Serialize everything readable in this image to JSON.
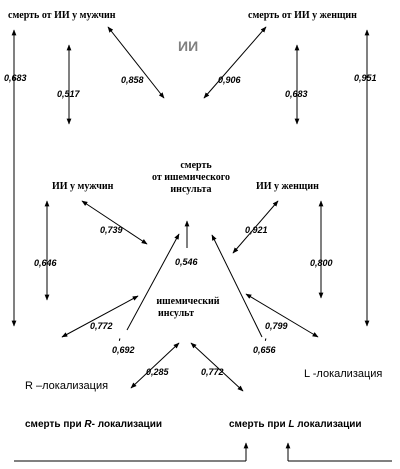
{
  "labels": {
    "top_male": "смерть от ИИ у мужчин",
    "top_female": "смерть от ИИ у женщин",
    "ii": "ИИ",
    "death_line1": "смерть",
    "death_line2": "от ишемического",
    "death_line3": "инсульта",
    "ii_male": "ИИ у мужчин",
    "ii_female": "ИИ у женщин",
    "stroke_line1": "ишемический",
    "stroke_line2": "инсульт",
    "r_loc": "R –локализация",
    "l_loc": "L -локализация",
    "death_r_prefix": "смерть при ",
    "death_r_letter": "R",
    "death_r_suffix": "- локализации",
    "death_l_prefix": "смерть при ",
    "death_l_letter": "L",
    "death_l_suffix": " локализации"
  },
  "coefficients": {
    "c0683_left": "0,683",
    "c0517": "0,517",
    "c0858": "0,858",
    "c0906": "0,906",
    "c0683_right": "0,683",
    "c0951": "0,951",
    "c0739": "0,739",
    "c0921": "0,921",
    "c0546": "0,546",
    "c0646": "0,646",
    "c0800": "0,800",
    "c0772_left": "0,772",
    "c0692": "0,692",
    "c0799": "0,799",
    "c0656": "0,656",
    "c0285": "0,285",
    "c0772_bottom": "0,772"
  },
  "stray_marks": {
    "left_tick": "'",
    "right_tick": "'"
  }
}
